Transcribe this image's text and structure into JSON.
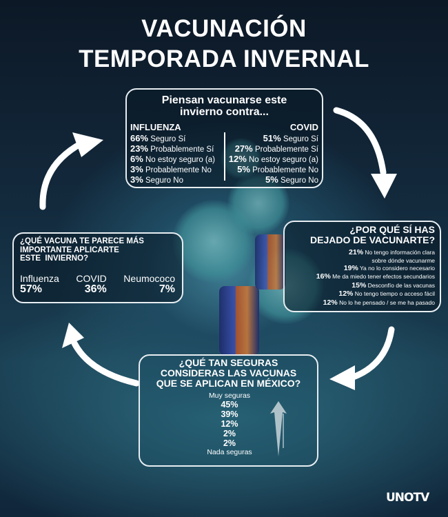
{
  "title": {
    "line1": "VACUNACIÓN",
    "line2": "TEMPORADA INVERNAL"
  },
  "plans": {
    "heading_line1": "Piensan vacunarse este",
    "heading_line2": "invierno contra...",
    "influenza": {
      "label": "INFLUENZA",
      "items": [
        {
          "pct": "66%",
          "label": "Seguro Sí"
        },
        {
          "pct": "23%",
          "label": "Probablemente Sí"
        },
        {
          "pct": "6%",
          "label": "No estoy seguro (a)"
        },
        {
          "pct": "3%",
          "label": "Probablemente No"
        },
        {
          "pct": "3%",
          "label": "Seguro No"
        }
      ]
    },
    "covid": {
      "label": "COVID",
      "items": [
        {
          "pct": "51%",
          "label": "Seguro Sí"
        },
        {
          "pct": "27%",
          "label": "Probablemente Sí"
        },
        {
          "pct": "12%",
          "label": "No estoy seguro (a)"
        },
        {
          "pct": "5%",
          "label": "Probablemente No"
        },
        {
          "pct": "5%",
          "label": "Seguro No"
        }
      ]
    }
  },
  "reasons": {
    "heading_line1": "¿POR QUÉ SÍ HAS",
    "heading_line2": "DEJADO DE VACUNARTE?",
    "items": [
      {
        "pct": "21%",
        "label": "No tengo información clara",
        "label2": "sobre dónde vacunarme"
      },
      {
        "pct": "19%",
        "label": "Ya no lo considero necesario"
      },
      {
        "pct": "16%",
        "label": "Me da miedo tener efectos secundarios"
      },
      {
        "pct": "15%",
        "label": "Desconfío de las vacunas"
      },
      {
        "pct": "12%",
        "label": "No tengo tiempo o acceso fácil"
      },
      {
        "pct": "12%",
        "label": "No lo he pensado / se me ha pasado"
      }
    ]
  },
  "importance": {
    "heading_line1": "¿QUÉ VACUNA TE PARECE MÁS",
    "heading_line2": "IMPORTANTE APLICARTE",
    "heading_line3": "ESTE  INVIERNO?",
    "items": [
      {
        "label": "Influenza",
        "pct": "57%"
      },
      {
        "label": "COVID",
        "pct": "36%"
      },
      {
        "label": "Neumococo",
        "pct": "7%"
      }
    ]
  },
  "safety": {
    "heading_line1": "¿QUÉ TAN SEGURAS",
    "heading_line2": "CONSIDERAS LAS VACUNAS",
    "heading_line3": "QUE SE APLICAN EN MÉXICO?",
    "top_label": "Muy seguras",
    "bottom_label": "Nada seguras",
    "values": [
      "45%",
      "39%",
      "12%",
      "2%",
      "2%"
    ]
  },
  "logo": {
    "text": "UNOTV"
  }
}
